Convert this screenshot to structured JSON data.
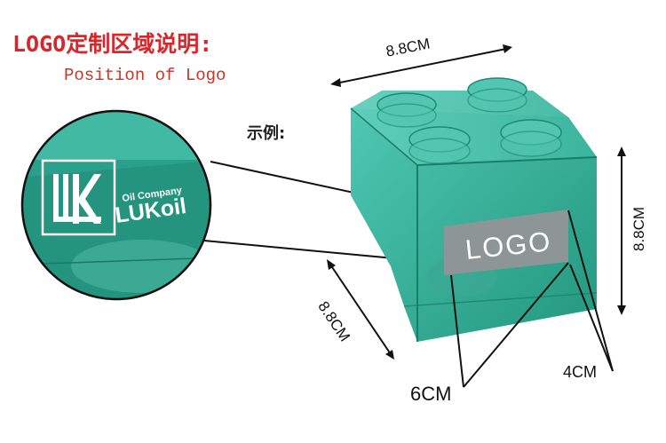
{
  "title_cn": "LOGO定制区域说明:",
  "title_en": "Position of Logo",
  "example_label": "示例:",
  "dimensions": {
    "top": "8.8CM",
    "right": "8.8CM",
    "left": "8.8CM",
    "logo_height": "4CM",
    "logo_width": "6CM"
  },
  "logo_plate_text": "LOGO",
  "zoom_logo": {
    "brand": "LUKoil",
    "tagline": "Oil Company"
  },
  "colors": {
    "title": "#d8262b",
    "cube": "#2fae99",
    "logo_plate": "#8e9596"
  }
}
